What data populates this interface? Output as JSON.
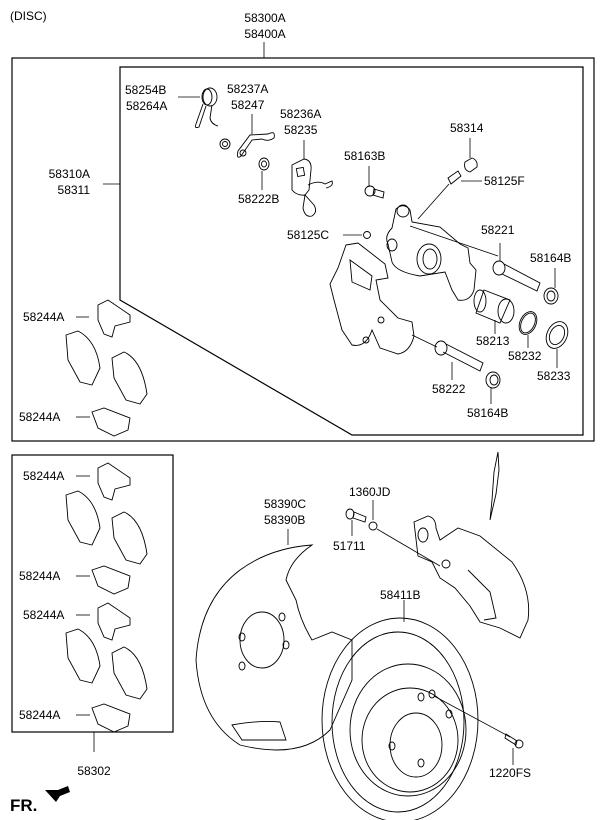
{
  "diagram": {
    "title": "(DISC)",
    "assembly_labels": [
      "58300A",
      "58400A"
    ],
    "caliper_box_labels": [
      "58310A",
      "58311"
    ],
    "pad_kit_label": "58302",
    "orientation_label": "FR.",
    "callouts": {
      "spring": [
        "58254B",
        "58264A"
      ],
      "lever": [
        "58237A",
        "58247"
      ],
      "bracket": [
        "58236A",
        "58235"
      ],
      "nut_58222B": "58222B",
      "bleeder_cap": "58314",
      "bolt_58163B": "58163B",
      "bleeder_screw": "58125F",
      "fitting_58125C": "58125C",
      "guide_pin_upper": "58221",
      "boot_upper": "58164B",
      "piston": "58213",
      "piston_seal": "58232",
      "piston_boot": "58233",
      "guide_pin_lower": "58222",
      "boot_lower": "58164B",
      "shim_upper_inner": "58244A",
      "shim_lower_inner": "58244A",
      "kit_shims": [
        "58244A",
        "58244A",
        "58244A",
        "58244A"
      ],
      "dust_cover": [
        "58390C",
        "58390B"
      ],
      "washer_1360JD": "1360JD",
      "bolt_51711": "51711",
      "disc": "58411B",
      "screw_1220FS": "1220FS"
    }
  }
}
